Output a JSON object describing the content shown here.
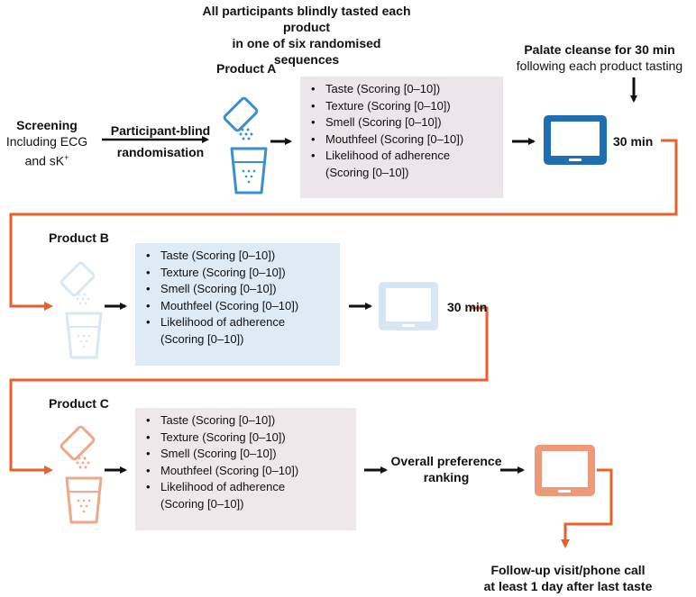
{
  "header": {
    "line1": "All participants blindly tasted each product",
    "line2": "in one of six randomised sequences"
  },
  "palate": {
    "line1": "Palate cleanse for 30 min",
    "line2": "following each product tasting"
  },
  "screening": {
    "title": "Screening",
    "line2": "Including ECG",
    "line3": "and sK"
  },
  "randomisation": {
    "line1": "Participant-blind",
    "line2": "randomisation"
  },
  "products": [
    {
      "label": "Product A",
      "criteria": [
        "Taste (Scoring [0–10])",
        "Texture (Scoring [0–10])",
        "Smell (Scoring [0–10])",
        "Mouthfeel (Scoring [0–10])",
        "Likelihood of adherence"
      ],
      "criteria_cont": "(Scoring [0–10])",
      "wait": "30 min"
    },
    {
      "label": "Product B",
      "criteria": [
        "Taste (Scoring [0–10])",
        "Texture (Scoring [0–10])",
        "Smell (Scoring [0–10])",
        "Mouthfeel (Scoring [0–10])",
        "Likelihood of adherence"
      ],
      "criteria_cont": "(Scoring [0–10])",
      "wait": "30 min"
    },
    {
      "label": "Product C",
      "criteria": [
        "Taste (Scoring [0–10])",
        "Texture (Scoring [0–10])",
        "Smell (Scoring [0–10])",
        "Mouthfeel (Scoring [0–10])",
        "Likelihood of adherence"
      ],
      "criteria_cont": "(Scoring [0–10])"
    }
  ],
  "bullet": "•",
  "ranking": {
    "line1": "Overall preference",
    "line2": "ranking"
  },
  "followup": {
    "line1": "Follow-up visit/phone call",
    "line2": "at least 1 day after last taste"
  },
  "colors": {
    "arrow": "#111111",
    "connector": "#e8612c",
    "tablet_a": "#1f6db3",
    "tablet_b": "#d6e6f2",
    "tablet_c": "#ee9a78",
    "icon_a": "#3a8fd0",
    "icon_b": "#d9e8f3",
    "icon_c": "#f1a78a"
  }
}
